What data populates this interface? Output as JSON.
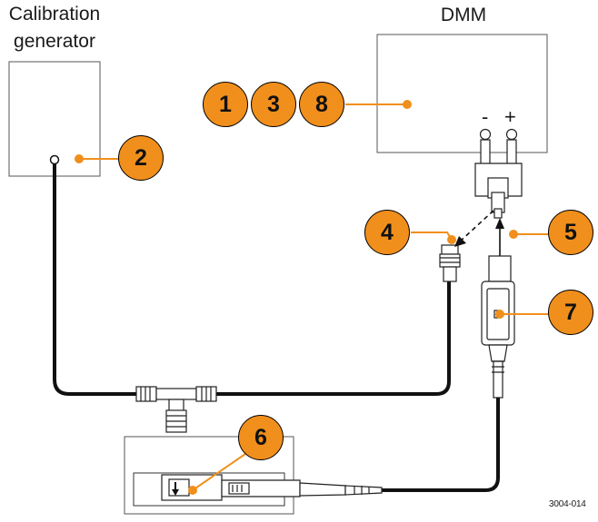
{
  "labels": {
    "calibration_generator_line1": "Calibration",
    "calibration_generator_line2": "generator",
    "dmm": "DMM",
    "minus": "-",
    "plus": "+",
    "figure_id": "3004-014"
  },
  "callouts": {
    "c1": "1",
    "c3": "3",
    "c8": "8",
    "c2": "2",
    "c4": "4",
    "c5": "5",
    "c6": "6",
    "c7": "7"
  },
  "colors": {
    "callout_fill": "#f18f1c",
    "leader": "#f18f1c",
    "cable": "#111111",
    "outline": "#333333"
  }
}
